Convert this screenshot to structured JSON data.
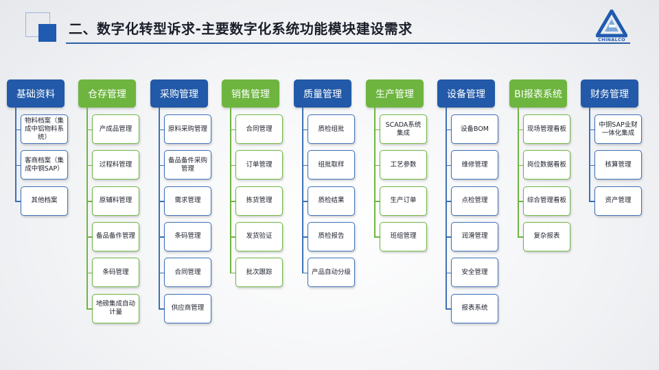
{
  "header": {
    "title": "二、数字化转型诉求-主要数字化系统功能模块建设需求",
    "logo_text": "CHINALCO",
    "logo_icon": "chinalco-triangle-logo"
  },
  "colors": {
    "blue": "#2259a8",
    "green": "#6db53f",
    "item_border_blue": "#3b6fb6"
  },
  "modules": [
    {
      "title": "基础资料",
      "color": "blue",
      "items": [
        "物料档案（集成中铝物料系统）",
        "客商档案（集成中铜SAP）",
        "其他档案"
      ]
    },
    {
      "title": "仓存管理",
      "color": "green",
      "items": [
        "产成品管理",
        "过程料管理",
        "原辅料管理",
        "备品备件管理",
        "条码管理",
        "地磅集成自动计量"
      ]
    },
    {
      "title": "采购管理",
      "color": "blue",
      "items": [
        "原料采购管理",
        "备品备件采购管理",
        "需求管理",
        "条码管理",
        "合同管理",
        "供应商管理"
      ]
    },
    {
      "title": "销售管理",
      "color": "green",
      "items": [
        "合同管理",
        "订单管理",
        "拣货管理",
        "发货验证",
        "批次跟踪"
      ]
    },
    {
      "title": "质量管理",
      "color": "blue",
      "items": [
        "质检组批",
        "组批取样",
        "质检结果",
        "质检报告",
        "产品自动分级"
      ]
    },
    {
      "title": "生产管理",
      "color": "green",
      "items": [
        "SCADA系统集成",
        "工艺参数",
        "生产订单",
        "班组管理"
      ]
    },
    {
      "title": "设备管理",
      "color": "blue",
      "items": [
        "设备BOM",
        "维修管理",
        "点检管理",
        "润滑管理",
        "安全管理",
        "报表系统"
      ]
    },
    {
      "title": "BI报表系统",
      "color": "green",
      "items": [
        "现场管理看板",
        "岗位数据看板",
        "综合管理看板",
        "复杂报表"
      ]
    },
    {
      "title": "财务管理",
      "color": "blue",
      "items": [
        "中铜SAP业财一体化集成",
        "核算管理",
        "资产管理"
      ]
    }
  ]
}
